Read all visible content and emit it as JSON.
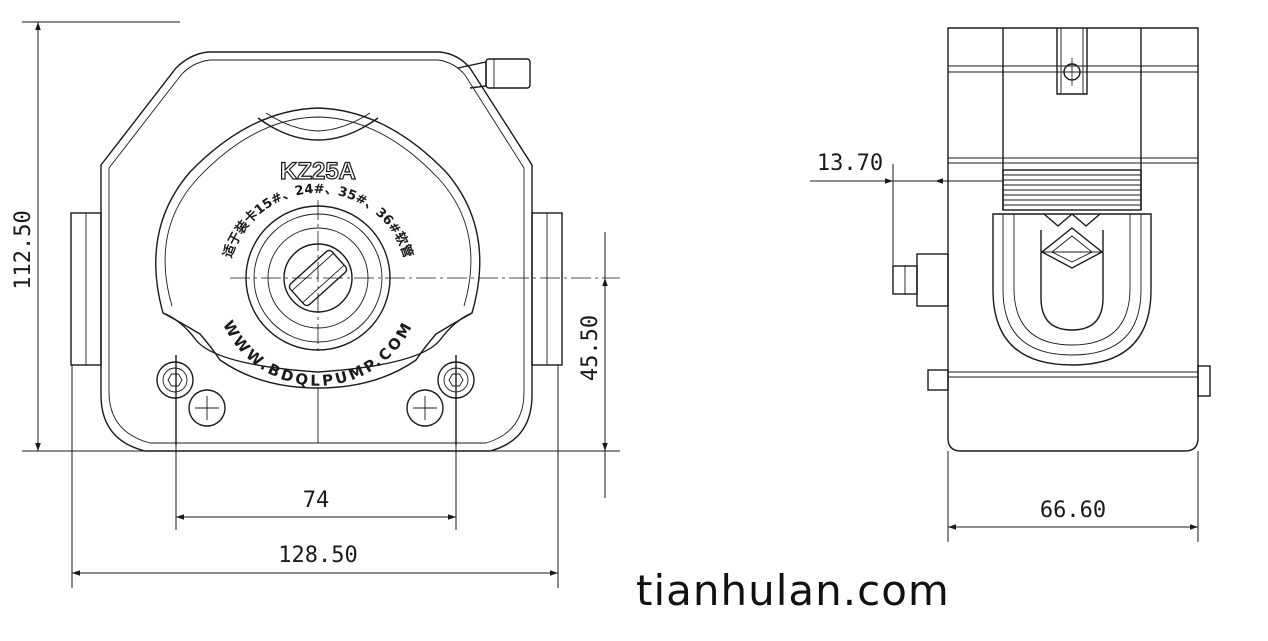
{
  "drawing": {
    "model_label": "KZ25A",
    "tube_note": "适于装卡15#、24#、35#、36#软管",
    "website": "WWW.BDQLPUMP.COM"
  },
  "dimensions": {
    "height": "112.50",
    "shaft_height": "45.50",
    "mount_spacing": "74",
    "total_width": "128.50",
    "side_offset": "13.70",
    "side_depth": "66.60"
  },
  "watermark": "tianhulan.com"
}
